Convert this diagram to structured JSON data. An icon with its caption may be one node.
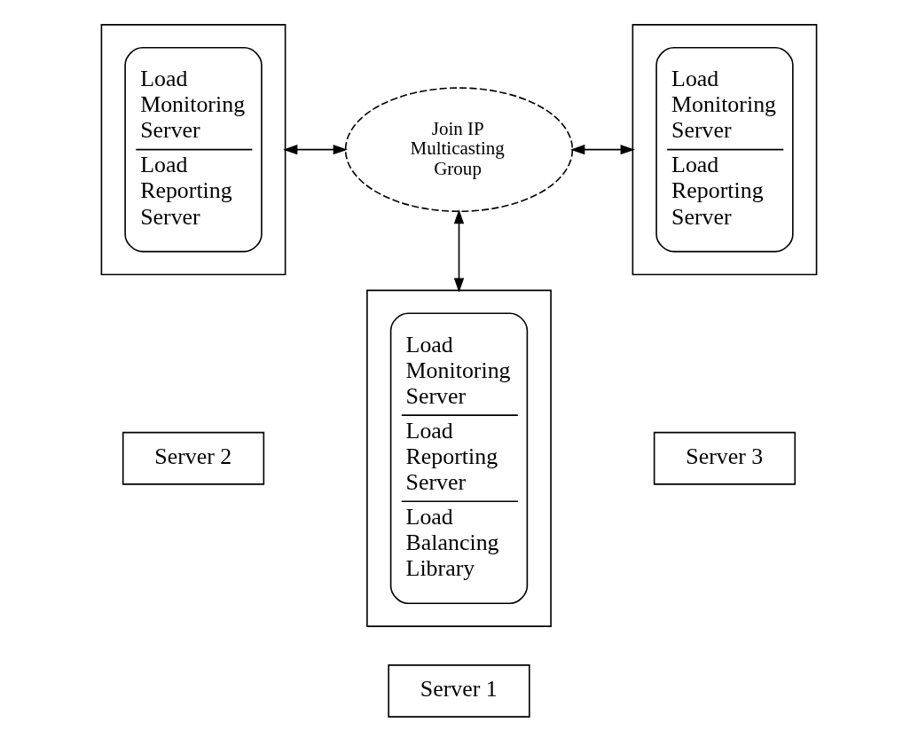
{
  "diagram": {
    "nodes": [
      {
        "text": [],
        "shape": "box"
      },
      {
        "text": [
          "Load Monitoring Server",
          "Load Reporting Server"
        ],
        "in": 0
      },
      {
        "text": [
          "Server 2"
        ]
      },
      {
        "text": [
          "Join IP Multicasting Group"
        ]
      },
      {
        "text": [],
        "shape": "box"
      },
      {
        "text": [
          "Load Monitoring Server",
          "Load Reporting Server"
        ],
        "in": 4
      },
      {
        "text": [
          "Server 3"
        ]
      },
      {
        "text": [],
        "shape": "box"
      },
      {
        "text": [
          "Load Monitoring Server",
          "Load Reporting Server",
          "Load Balancing Library"
        ],
        "in": 7
      },
      {
        "text": [
          "Server 1"
        ]
      }
    ],
    "edges": [
      {
        "from": 0,
        "to": 3,
        "arrow": "both"
      },
      {
        "from": 3,
        "to": 4,
        "arrow": "both"
      },
      {
        "from": 3,
        "to": 7,
        "arrow": "both"
      }
    ]
  }
}
